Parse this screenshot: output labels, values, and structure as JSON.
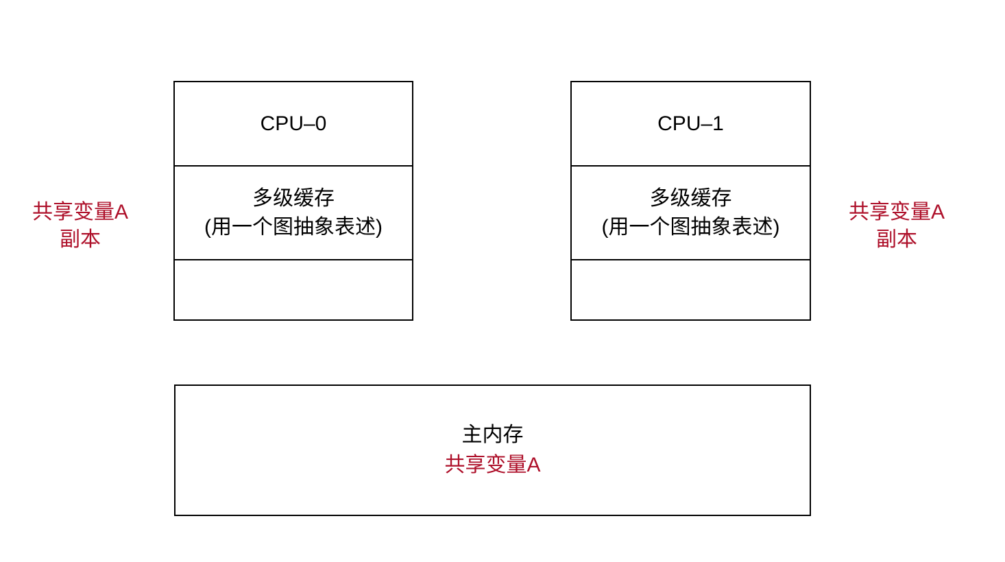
{
  "colors": {
    "background": "#FFFFFF",
    "border": "#000000",
    "text": "#000000",
    "accent_red": "#AE102A"
  },
  "diagram": {
    "cpu0": {
      "title": "CPU–0",
      "cache_line1": "多级缓存",
      "cache_line2": "(用一个图抽象表述)"
    },
    "cpu1": {
      "title": "CPU–1",
      "cache_line1": "多级缓存",
      "cache_line2": "(用一个图抽象表述)"
    },
    "left_shared_label": {
      "line1": "共享变量A",
      "line2": "副本"
    },
    "right_shared_label": {
      "line1": "共享变量A",
      "line2": "副本"
    },
    "main_memory": {
      "title": "主内存",
      "variable": "共享变量A"
    }
  }
}
